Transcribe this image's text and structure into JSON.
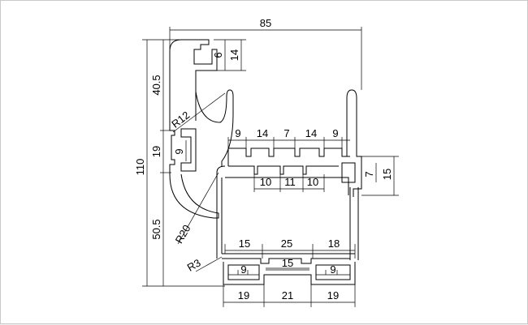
{
  "drawing": {
    "dimensions": {
      "overall_width": "85",
      "overall_height": "110",
      "top_height": "40.5",
      "middle_height": "19",
      "bottom_height": "50.5",
      "slot_depth_small": "6",
      "slot_depth_large": "14",
      "radius_upper": "R12",
      "radius_lower": "R20",
      "radius_corner": "R3",
      "side_slot": "9",
      "teeth_top": [
        "9",
        "14",
        "7",
        "14",
        "9"
      ],
      "teeth_bottom": [
        "10",
        "11",
        "10"
      ],
      "right_small": "7",
      "right_large": "15",
      "base_top": [
        "15",
        "25",
        "18"
      ],
      "base_mid": "15",
      "foot_left": "9",
      "foot_right": "9",
      "base_bottom": [
        "19",
        "21",
        "19"
      ]
    }
  }
}
